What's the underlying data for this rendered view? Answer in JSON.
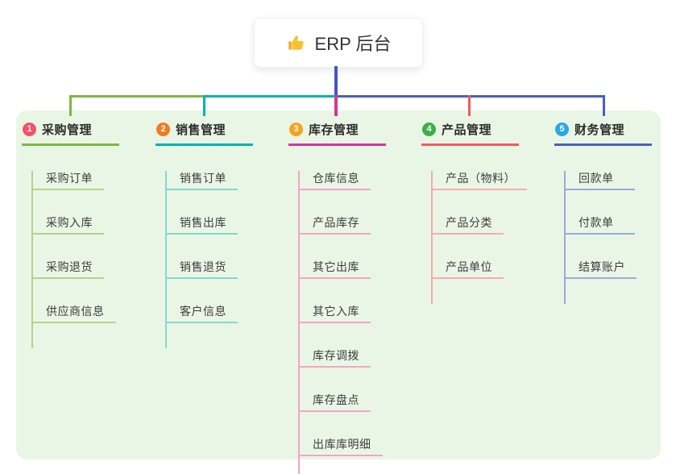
{
  "root": {
    "title": "ERP 后台",
    "icon": "thumbs-up-icon",
    "connector_color": "#4355C8"
  },
  "panel": {
    "background": "#EAF6E5"
  },
  "branches": [
    {
      "num": "1",
      "label": "采购管理",
      "badge_color": "#F4516C",
      "line_color": "#7CB93E",
      "child_line_color": "#AFD58A",
      "children": [
        "采购订单",
        "采购入库",
        "采购退货",
        "供应商信息"
      ]
    },
    {
      "num": "2",
      "label": "销售管理",
      "badge_color": "#F57A1F",
      "line_color": "#00B3AE",
      "child_line_color": "#82D8D0",
      "children": [
        "销售订单",
        "销售出库",
        "销售退货",
        "客户信息"
      ]
    },
    {
      "num": "3",
      "label": "库存管理",
      "badge_color": "#F9A123",
      "line_color": "#D6359C",
      "child_line_color": "#F2A3CD",
      "children": [
        "仓库信息",
        "产品库存",
        "其它出库",
        "其它入库",
        "库存调拨",
        "库存盘点",
        "出库库明细"
      ]
    },
    {
      "num": "4",
      "label": "产品管理",
      "badge_color": "#3FAE49",
      "line_color": "#F25A5A",
      "child_line_color": "#F7ABAB",
      "children": [
        "产品（物料）",
        "产品分类",
        "产品单位"
      ]
    },
    {
      "num": "5",
      "label": "财务管理",
      "badge_color": "#2BA6E8",
      "line_color": "#4A5EC5",
      "child_line_color": "#97ABDC",
      "children": [
        "回款单",
        "付款单",
        "结算账户"
      ]
    }
  ]
}
